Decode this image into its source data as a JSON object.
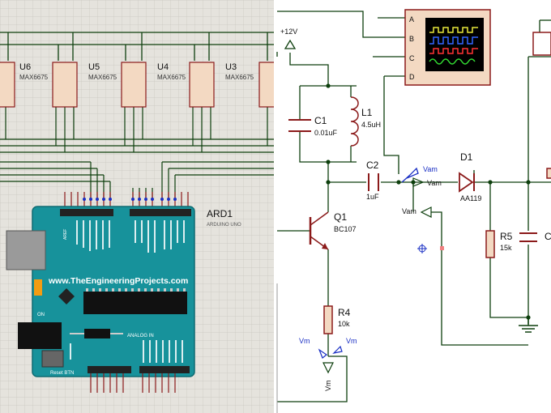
{
  "left": {
    "chips": [
      {
        "ref": "U6",
        "part": "MAX6675"
      },
      {
        "ref": "U5",
        "part": "MAX6675"
      },
      {
        "ref": "U4",
        "part": "MAX6675"
      },
      {
        "ref": "U3",
        "part": "MAX6675"
      }
    ],
    "arduino": {
      "ref": "ARD1",
      "part": "ARDUINO UNO",
      "website": "www.TheEngineeringProjects.com",
      "on_label": "ON",
      "reset_label": "Reset BTN",
      "analog_label": "ANALOG IN",
      "aref_label": "AREF"
    }
  },
  "right": {
    "supply": "+12V",
    "scope_channels": [
      "A",
      "B",
      "C",
      "D"
    ],
    "c1": {
      "ref": "C1",
      "value": "0.01uF"
    },
    "l1": {
      "ref": "L1",
      "value": "4.5uH"
    },
    "c2": {
      "ref": "C2",
      "value": "1uF"
    },
    "q1": {
      "ref": "Q1",
      "value": "BC107"
    },
    "r4": {
      "ref": "R4",
      "value": "10k"
    },
    "d1": {
      "ref": "D1",
      "value": "AA119"
    },
    "r5": {
      "ref": "R5",
      "value": "15k"
    },
    "c3_partial": "C",
    "vam": "Vam",
    "vm": "Vm"
  },
  "colors": {
    "grid_bg": "#e5e3dd",
    "grid_line": "#c9c6bf",
    "wire": "#0d3f0d",
    "component": "#8b1a1a",
    "board": "#17929b",
    "probe": "#1a2fc4"
  }
}
